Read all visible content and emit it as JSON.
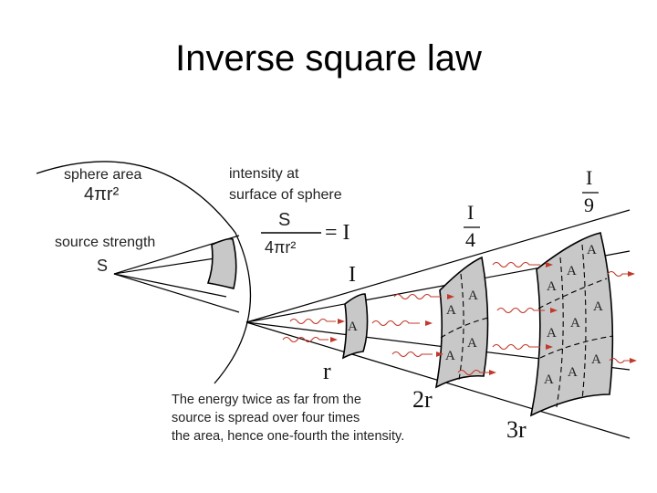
{
  "slide": {
    "title": "Inverse square law"
  },
  "labels": {
    "sphere_area": "sphere area",
    "sphere_area_formula": "4πr²",
    "intensity_line1": "intensity at",
    "intensity_line2": "surface of sphere",
    "fraction_num": "S",
    "fraction_den": "4πr²",
    "equals_I": "= I",
    "source_strength": "source strength",
    "source_symbol": "S",
    "intensity_r": "I",
    "intensity_2r_num": "I",
    "intensity_2r_den": "4",
    "intensity_3r_num": "I",
    "intensity_3r_den": "9",
    "patch_letter": "A",
    "dist_r": "r",
    "dist_2r": "2r",
    "dist_3r": "3r",
    "caption_line1": "The energy twice as far from the",
    "caption_line2": "source is spread over four times",
    "caption_line3": "the area, hence one-fourth the intensity."
  },
  "colors": {
    "patch_fill": "#c8c8c8",
    "wave": "#c0392b"
  }
}
